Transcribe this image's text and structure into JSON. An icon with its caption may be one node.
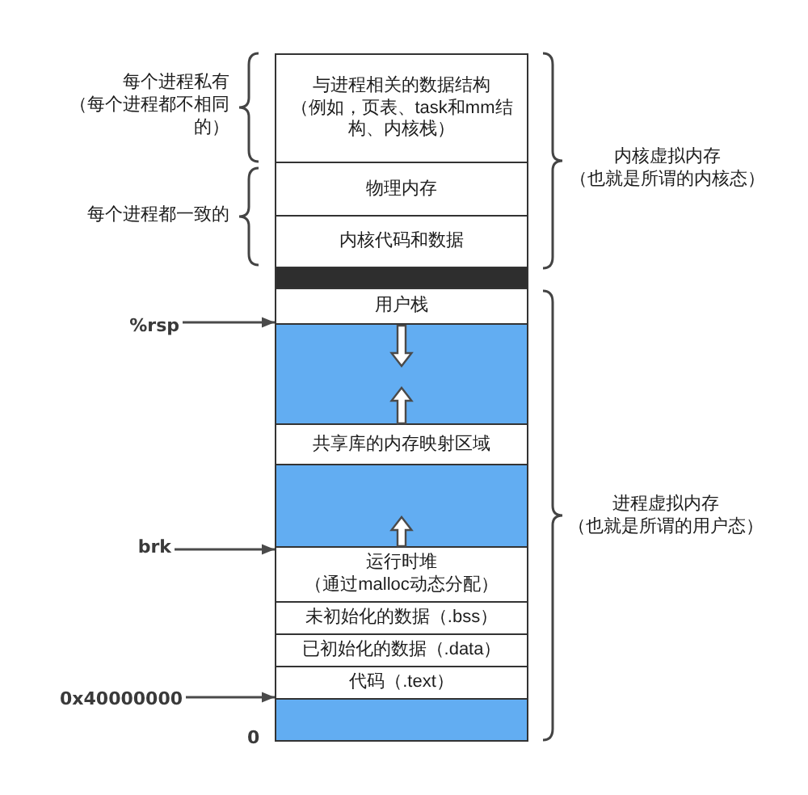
{
  "diagram": {
    "nodes": [
      {
        "text": [
          "与进程相关的数据结构",
          "（例如，页表、task和mm结构、内核栈）"
        ]
      },
      {
        "text": [
          "物理内存"
        ]
      },
      {
        "text": [
          "内核代码和数据"
        ]
      },
      {
        "text": [],
        "shape": "bar"
      },
      {
        "text": [
          "用户栈"
        ]
      },
      {
        "text": [],
        "shape": "box"
      },
      {
        "text": [
          "共享库的内存映射区域"
        ]
      },
      {
        "text": [],
        "shape": "box"
      },
      {
        "text": [
          "运行时堆",
          "（通过malloc动态分配）"
        ]
      },
      {
        "text": [
          "未初始化的数据（.bss）"
        ]
      },
      {
        "text": [
          "已初始化的数据（.data）"
        ]
      },
      {
        "text": [
          "代码（.text）"
        ]
      },
      {
        "text": [],
        "shape": "box"
      },
      {
        "text": [
          "%rsp"
        ]
      },
      {
        "text": [
          "brk"
        ]
      },
      {
        "text": [
          "0x40000000"
        ]
      }
    ],
    "edges": [
      {
        "from": 13,
        "to": 4,
        "arrow": "to"
      },
      {
        "from": 14,
        "to": 8,
        "arrow": "to"
      },
      {
        "from": 15,
        "to": 11,
        "arrow": "to"
      },
      {
        "from": 4,
        "to": null,
        "arrow": "to"
      },
      {
        "from": 6,
        "to": null,
        "arrow": "to"
      },
      {
        "from": 8,
        "to": null,
        "arrow": "to"
      }
    ],
    "labels": [
      "每个进程私有",
      "（每个进程都不相同的）",
      "内核虚拟内存",
      "（也就是所谓的内核态）",
      "每个进程都一致的",
      "进程虚拟内存",
      "（也就是所谓的用户态）",
      "0"
    ]
  }
}
